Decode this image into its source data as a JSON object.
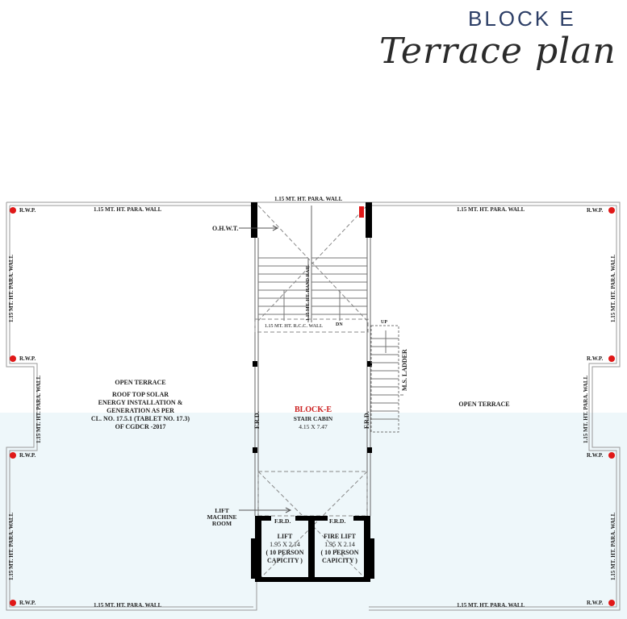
{
  "header": {
    "block_title": "BLOCK E",
    "script_title": "Terrace plan"
  },
  "labels": {
    "para_wall": "1.15  MT. HT. PARA. WALL",
    "rwp": "R.W.P.",
    "ohwt": "O.H.W.T.",
    "hand_rail": "1.15 MT. HT. HAND RAIL",
    "frd": "F.R.D.",
    "ms_ladder": "M.S. LADDER",
    "up": "UP",
    "dn": "DN",
    "rcc_wall": "1.15 MT. HT. R.C.C. WALL",
    "lift_machine_room": [
      "LIFT",
      "MACHINE",
      "ROOM"
    ]
  },
  "left_terrace": {
    "title": "OPEN TERRACE",
    "note": [
      "ROOF TOP SOLAR",
      "ENERGY INSTALLATION &",
      "GENERATION AS PER",
      "CL. NO. 17.5.1 (TABLET NO. 17.3)",
      "OF CGDCR -2017"
    ]
  },
  "right_terrace": {
    "title": "OPEN TERRACE"
  },
  "stair_cabin": {
    "block": "BLOCK-E",
    "name": "STAIR CABIN",
    "size": "4.15 X 7.47"
  },
  "lift": {
    "name": "LIFT",
    "size": "1.95 X 2.14",
    "capacity_1": "( 10 PERSON",
    "capacity_2": "CAPICITY )"
  },
  "fire_lift": {
    "name": "FIRE LIFT",
    "size": "1.95 X 2.14",
    "capacity_1": "( 10 PERSON",
    "capacity_2": "CAPICITY )"
  },
  "colors": {
    "header_blue": "#2c3e66",
    "rwp_red": "#e01818",
    "block_label_red": "#cc2222",
    "wall_black": "#000000",
    "lower_bg": "#eef7fa"
  }
}
